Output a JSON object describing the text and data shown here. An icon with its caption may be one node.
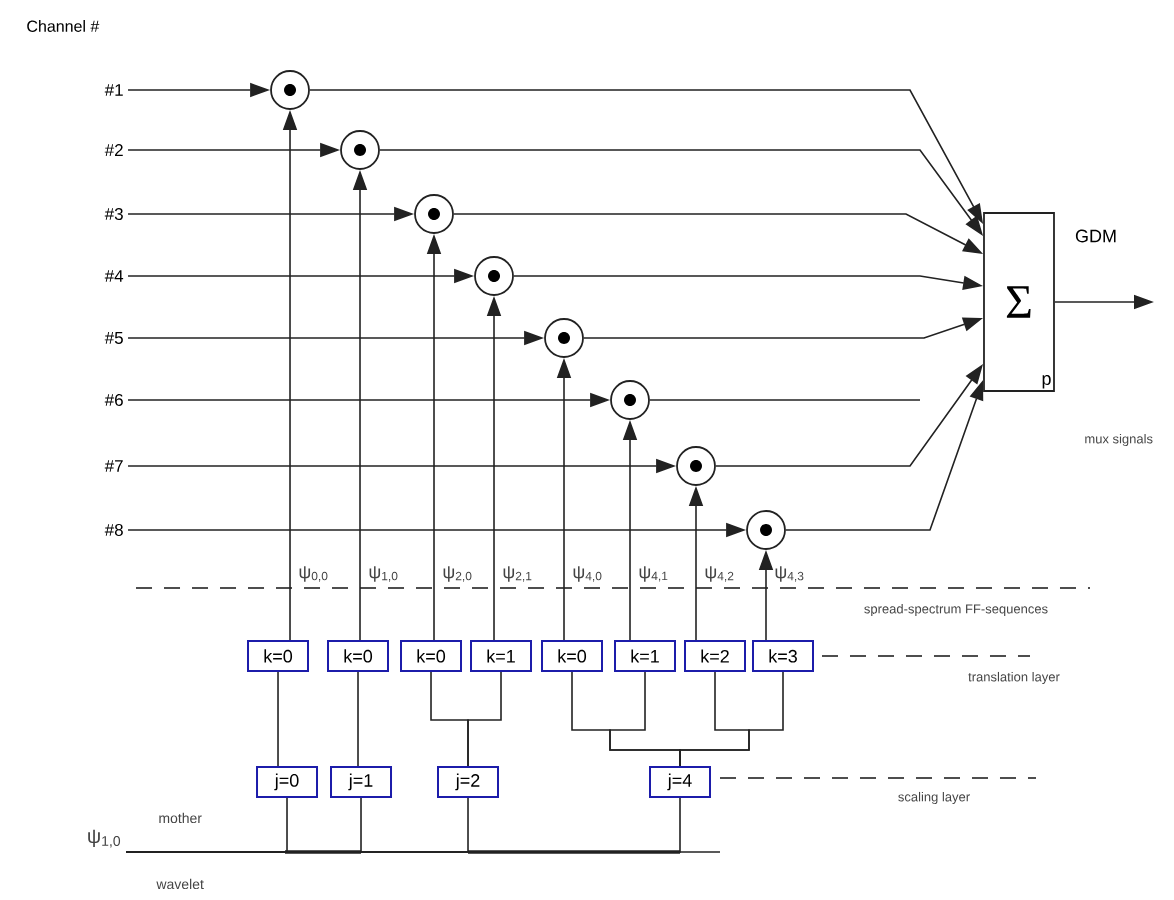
{
  "diagram": {
    "nodes": [
      {
        "text": [
          "#1"
        ]
      },
      {
        "text": [
          "#2"
        ]
      },
      {
        "text": [
          "#3"
        ]
      },
      {
        "text": [
          "#4"
        ]
      },
      {
        "text": [
          "#5"
        ]
      },
      {
        "text": [
          "#6"
        ]
      },
      {
        "text": [
          "#7"
        ]
      },
      {
        "text": [
          "#8"
        ]
      },
      {
        "text": [],
        "shape": "circle"
      },
      {
        "text": [],
        "shape": "circle"
      },
      {
        "text": [],
        "shape": "circle"
      },
      {
        "text": [],
        "shape": "circle"
      },
      {
        "text": [],
        "shape": "circle"
      },
      {
        "text": [],
        "shape": "circle"
      },
      {
        "text": [],
        "shape": "circle"
      },
      {
        "text": [],
        "shape": "circle"
      },
      {
        "text": [
          "Σ",
          "p"
        ]
      },
      {
        "text": [
          "k=0"
        ]
      },
      {
        "text": [
          "k=0"
        ]
      },
      {
        "text": [
          "k=0"
        ]
      },
      {
        "text": [
          "k=1"
        ]
      },
      {
        "text": [
          "k=0"
        ]
      },
      {
        "text": [
          "k=1"
        ]
      },
      {
        "text": [
          "k=2"
        ]
      },
      {
        "text": [
          "k=3"
        ]
      },
      {
        "text": [
          "j=0"
        ]
      },
      {
        "text": [
          "j=1"
        ]
      },
      {
        "text": [
          "j=2"
        ]
      },
      {
        "text": [
          "j=4"
        ]
      },
      {
        "text": [
          "ψ$_{1,0}$"
        ],
        "beside": [
          "mother",
          "wavelet"
        ]
      }
    ],
    "edges": [
      {
        "from": 0,
        "to": 8,
        "arrow": "to"
      },
      {
        "from": 1,
        "to": 9,
        "arrow": "to"
      },
      {
        "from": 2,
        "to": 10,
        "arrow": "to"
      },
      {
        "from": 3,
        "to": 11,
        "arrow": "to"
      },
      {
        "from": 4,
        "to": 12,
        "arrow": "to"
      },
      {
        "from": 5,
        "to": 13,
        "arrow": "to"
      },
      {
        "from": 6,
        "to": 14,
        "arrow": "to"
      },
      {
        "from": 7,
        "to": 15,
        "arrow": "to"
      },
      {
        "from": 8,
        "to": 16,
        "arrow": "to"
      },
      {
        "from": 9,
        "to": 16,
        "arrow": "to"
      },
      {
        "from": 10,
        "to": 16,
        "arrow": "to"
      },
      {
        "from": 11,
        "to": 16,
        "arrow": "to"
      },
      {
        "from": 12,
        "to": 16,
        "arrow": "to"
      },
      {
        "from": 14,
        "to": 16,
        "arrow": "to"
      },
      {
        "from": 15,
        "to": 16,
        "arrow": "to"
      },
      {
        "from": 13,
        "to": null,
        "arrow": "none"
      },
      {
        "from": 16,
        "to": null,
        "arrow": "to",
        "label": "GDM"
      },
      {
        "from": 17,
        "to": 8,
        "arrow": "to"
      },
      {
        "from": 18,
        "to": 9,
        "arrow": "to"
      },
      {
        "from": 19,
        "to": 10,
        "arrow": "to"
      },
      {
        "from": 20,
        "to": 11,
        "arrow": "to"
      },
      {
        "from": 21,
        "to": 12,
        "arrow": "to"
      },
      {
        "from": 22,
        "to": 13,
        "arrow": "to"
      },
      {
        "from": 23,
        "to": 14,
        "arrow": "to"
      },
      {
        "from": 24,
        "to": 15,
        "arrow": "to"
      },
      {
        "from": 17,
        "to": 25,
        "arrow": "none"
      },
      {
        "from": 18,
        "to": 26,
        "arrow": "none"
      },
      {
        "from": 19,
        "to": 27,
        "arrow": "none"
      },
      {
        "from": 20,
        "to": 27,
        "arrow": "none"
      },
      {
        "from": 21,
        "to": 28,
        "arrow": "none"
      },
      {
        "from": 22,
        "to": 28,
        "arrow": "none"
      },
      {
        "from": 23,
        "to": 28,
        "arrow": "none"
      },
      {
        "from": 24,
        "to": 28,
        "arrow": "none"
      },
      {
        "from": 29,
        "to": 25,
        "arrow": "none"
      },
      {
        "from": 29,
        "to": 26,
        "arrow": "none"
      },
      {
        "from": 29,
        "to": 27,
        "arrow": "none"
      },
      {
        "from": 29,
        "to": 28,
        "arrow": "none"
      }
    ],
    "labels": [
      "Channel #",
      "mux signals",
      "ψ$_{0,0}$",
      "ψ$_{1,0}$",
      "ψ$_{2,0}$",
      "ψ$_{2,1}$",
      "ψ$_{4,0}$",
      "ψ$_{4,1}$",
      "ψ$_{4,2}$",
      "ψ$_{4,3}$",
      "spread-spectrum FF-sequences",
      "translation layer",
      "scaling layer"
    ]
  }
}
